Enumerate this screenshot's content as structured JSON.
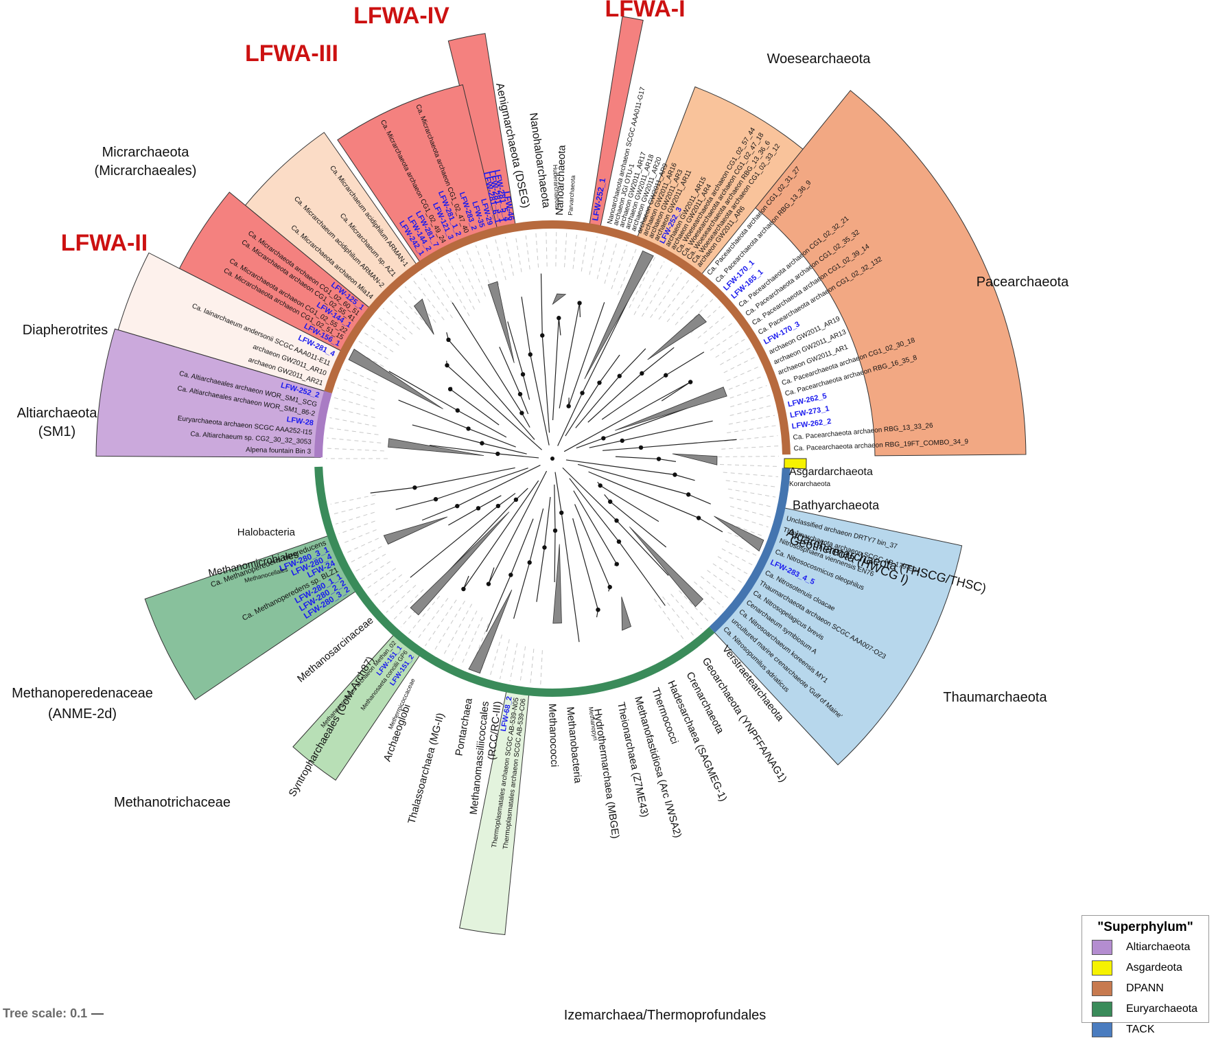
{
  "colors": {
    "lfwa": "#f4817f",
    "lfwa_light": "#f6a3a0",
    "woese": "#f9c39b",
    "pacearch": "#f2a883",
    "micr": "#fbdcc6",
    "diaph": "#fdf1ec",
    "alti": "#cba9dc",
    "anme": "#88c19c",
    "mtri": "#b8dfb6",
    "izem": "#e3f3dd",
    "thaum": "#b7d7ec",
    "asgard": "#f6f200",
    "ring_dpann": "#b76a3e",
    "ring_eury": "#3a8b5a",
    "ring_tack": "#4475b0",
    "ring_alti": "#a97cc4",
    "accent_red": "#cc1111",
    "blue": "#1a1aee"
  },
  "clade_labels": {
    "lfwa_i": "LFWA-I",
    "lfwa_ii": "LFWA-II",
    "lfwa_iii": "LFWA-III",
    "lfwa_iv": "LFWA-IV",
    "woesearchaeota": "Woesearchaeota",
    "pacearchaeota": "Pacearchaeota",
    "micrarchaeota": "Micrarchaeota",
    "micrarchaeales": "(Micrarchaeales)",
    "diapherotrites": "Diapherotrites",
    "altiarchaeota": "Altiarchaeota",
    "sm1": "(SM1)",
    "asgardarchaeota": "Asgardarchaeota",
    "korarchaeota": "Korarchaeota",
    "bathyarchaeota": "Bathyarchaeota",
    "geothermarchaeota": "Geothermarchaeota (THSCG/THSC)",
    "aigarchaeota": "Aigarchaeota (HWCG I)",
    "thaumarchaeota": "Thaumarchaeota",
    "halobacteria": "Halobacteria",
    "methanomicrobiales": "Methanomicrobiales",
    "methanocellales": "Methanocellales",
    "methanoperedenaceae": "Methanoperedenaceae",
    "anme": "(ANME-2d)",
    "methanosarcinaceae": "Methanosarcinaceae",
    "methanotrichaceae": "Methanotrichaceae",
    "izemarchaea": "Izemarchaea/Thermoprofundales",
    "aenigmarchaeota": "Aenigmarchaeota (DSEG)",
    "nanohaloarchaeota": "Nanohaloarchaeota",
    "huberarchaeota": "Huberarchaeota",
    "nanoarchaeota": "Nanoarchaeota",
    "parvarchaeota": "Parvarchaeota",
    "syntropharchaeales": "Syntropharchaeales (GoM-Arch87)",
    "archaeoglobi": "Archaeoglobi",
    "thalassoarchaea": "Thalassoarchaea (MG-II)",
    "pontarchaea": "Pontarchaea",
    "methanomassiliicoccales": "Methanomassiliicoccales",
    "rcc": "(RCC/RC-III)",
    "methanococci": "Methanococci",
    "methanobacteria": "Methanobacteria",
    "hydrothermarchaea": "Hydrothermarchaea (MBGE)",
    "methanopyri": "Methanopyri",
    "theionarchaea": "Theionarchaea (Z7ME43)",
    "methanofastidiosa": "Methanofastidiosa (Arc I/WSA2)",
    "thermococci": "Thermococci",
    "hadesarchaea": "Hadesarchaea (SAGMEG-1)",
    "crenarchaeota": "Crenarchaeota",
    "geoarchaeota": "Geoarchaeota (YNPFFA/NAG1)",
    "verstraetearchaeota": "Verstraetearchaeota",
    "methanomicrococcaceae": "Methermicoccaceae"
  },
  "leaves": {
    "pace": [
      "Ca. Pacearchaeota archaeon RBG_19FT_COMBO_34_9",
      "Ca. Pacearchaeota archaeon RBG_13_33_26",
      "LFW-262_2",
      "LFW-273_1",
      "LFW-262_5",
      "Ca. Pacearchaeota archaeon RBG_16_35_8",
      "Ca. Pacearchaeota archaeon CG1_02_30_18",
      "archaeon GW2011_AR1",
      "archaeon GW2011_AR13",
      "archaeon GW2011_AR19",
      "LFW-170_3",
      "Ca. Pacearchaeota archaeon CG1_02_32_132",
      "Ca. Pacearchaeota archaeon CG1_02_39_14",
      "Ca. Pacearchaeota archaeon CG1_02_35_32",
      "Ca. Pacearchaeota archaeon CG1_02_32_21",
      "LFW-165_1",
      "LFW-170_1",
      "Ca. Pacearchaeota archaeon RBG_13_36_9",
      "Ca. Pacearchaeota archaeon CG1_02_31_27"
    ],
    "woese": [
      "archaeon GW2011_AR6",
      "Ca. Woesearchaeota archaeon CG1_02_33_12",
      "Ca. Woesearchaeota archaeon RBG_13_36_6",
      "Ca. Woesearchaeota archaeon CG1_02_47_18",
      "Ca. Woesearchaeota archaeon CG1_02_57_44",
      "archaeon GW2011_AR4",
      "archaeon GW2011_AR15",
      "LFW-252_3",
      "archaeon GW2011_AR11",
      "archaeon GW2011_AR3",
      "archaeon GW2011_AR16",
      "archaeon GW2011_AR9",
      "archaeon GW2011_AR20",
      "archaeon GW2011_AR18",
      "archaeon GW2011_AR17",
      "archaeon JGI OTU-1",
      "Nanoarchaeota archaeon SCGC AAA011-G17"
    ],
    "lfwa1": [
      "LFW-252_1"
    ],
    "lfwa4": [
      "LFW-46",
      "LFW-281_5_4",
      "LFW-281_3_1",
      "LFW-281_6_1"
    ],
    "lfwa3": [
      "LFW-29",
      "LFW-35",
      "LFW-283_2",
      "Ca. Micrarchaeota archaeon CG1_02_47_40",
      "LFW-281_1_2",
      "LFW-121_3",
      "Ca. Micrarchaeota archaeon CG1_02_49_24",
      "LFW-281_7",
      "LFW-144_2",
      "LFW-242_1"
    ],
    "micr": [
      "Ca. Micrarchaeum acidiphilum ARMAN-1",
      "Ca. Micrarchaeum sp. AZ1",
      "Ca. Micrarchaeum acidiphilum ARMAN-2",
      "Ca. Micrarchaeota archaeon Mia14"
    ],
    "lfwa2": [
      "LFW-125_1",
      "Ca. Micrarchaeota archaeon CG1_02_60_51",
      "Ca. Micrarchaeota archaeon CG1_02_55_41",
      "LFW-144_1",
      "Ca. Micrarchaeota archaeon CG1_02_55_22",
      "Ca. Micrarchaeota archaeon CG1_02_51_15",
      "LFW-156_1"
    ],
    "diaph": [
      "LFW-281_4",
      "Ca. Iainarchaeum andersonii SCGC AAA011-E11",
      "archaeon GW2011_AR10",
      "archaeon GW2011_AR21"
    ],
    "alti": [
      "LFW-252_2",
      "Ca. Altiarchaeales archaeon WOR_SM1_SCG",
      "Ca. Altiarchaeales archaeon WOR_SM1_86-2",
      "LFW-28",
      "Euryarchaeota archaeon SCGC AAA252-I15",
      "Ca. Altiarchaeum sp. CG2_30_32_3053",
      "Alpena fountain Bin 3"
    ],
    "thaum": [
      "Unclassified archaeon DRTY7 bin_37",
      "Thaumarchaeota archaeon SCGC AB-179-E04",
      "Nitrososphaera viennensis EN76",
      "Ca. Nitrosocosmicus oleophilus",
      "LFW-283_4_5",
      "Ca. Nitrosotenuis cloacae",
      "Thaumarchaeota archaeon SCGC AAA007-O23",
      "Ca. Nitrosopelagicus brevis",
      "Cenarchaeum symbiosum A",
      "Ca. Nitrosoarchaeum koreensis MY1",
      "uncultured marine crenarchaeote 'Gulf of Maine'",
      "Ca. Nitrosopumilus adriaticus"
    ],
    "anme": [
      "LFW-280_3_2",
      "LFW-280_2_2",
      "LFW-280_1_1",
      "Ca. Methanoperedens sp. BLZ1",
      "LFW-24",
      "LFW-280_4",
      "LFW-280_3_1",
      "Ca. Methanoperedens nitroreducens"
    ],
    "mtri": [
      "LFW-151_2",
      "Methanosaeta concilii GP6",
      "LFW-151_1",
      "Methanosarcinales archaeon Methan_02"
    ],
    "izem": [
      "Thermoplasmatales archaeon SCGC AB-539-C06",
      "Thermoplasmatales archaeon SCGC AB-539-N05",
      "LFW-68_2"
    ]
  },
  "legend": {
    "title": "\"Superphylum\"",
    "items": [
      {
        "label": "Altiarchaeota",
        "color": "#b48dd0"
      },
      {
        "label": "Asgardeota",
        "color": "#f6f200"
      },
      {
        "label": "DPANN",
        "color": "#c77a4f"
      },
      {
        "label": "Euryarchaeota",
        "color": "#3a8b5a"
      },
      {
        "label": "TACK",
        "color": "#4a7cbf"
      }
    ]
  },
  "scale_label": "Tree scale: 0.1"
}
